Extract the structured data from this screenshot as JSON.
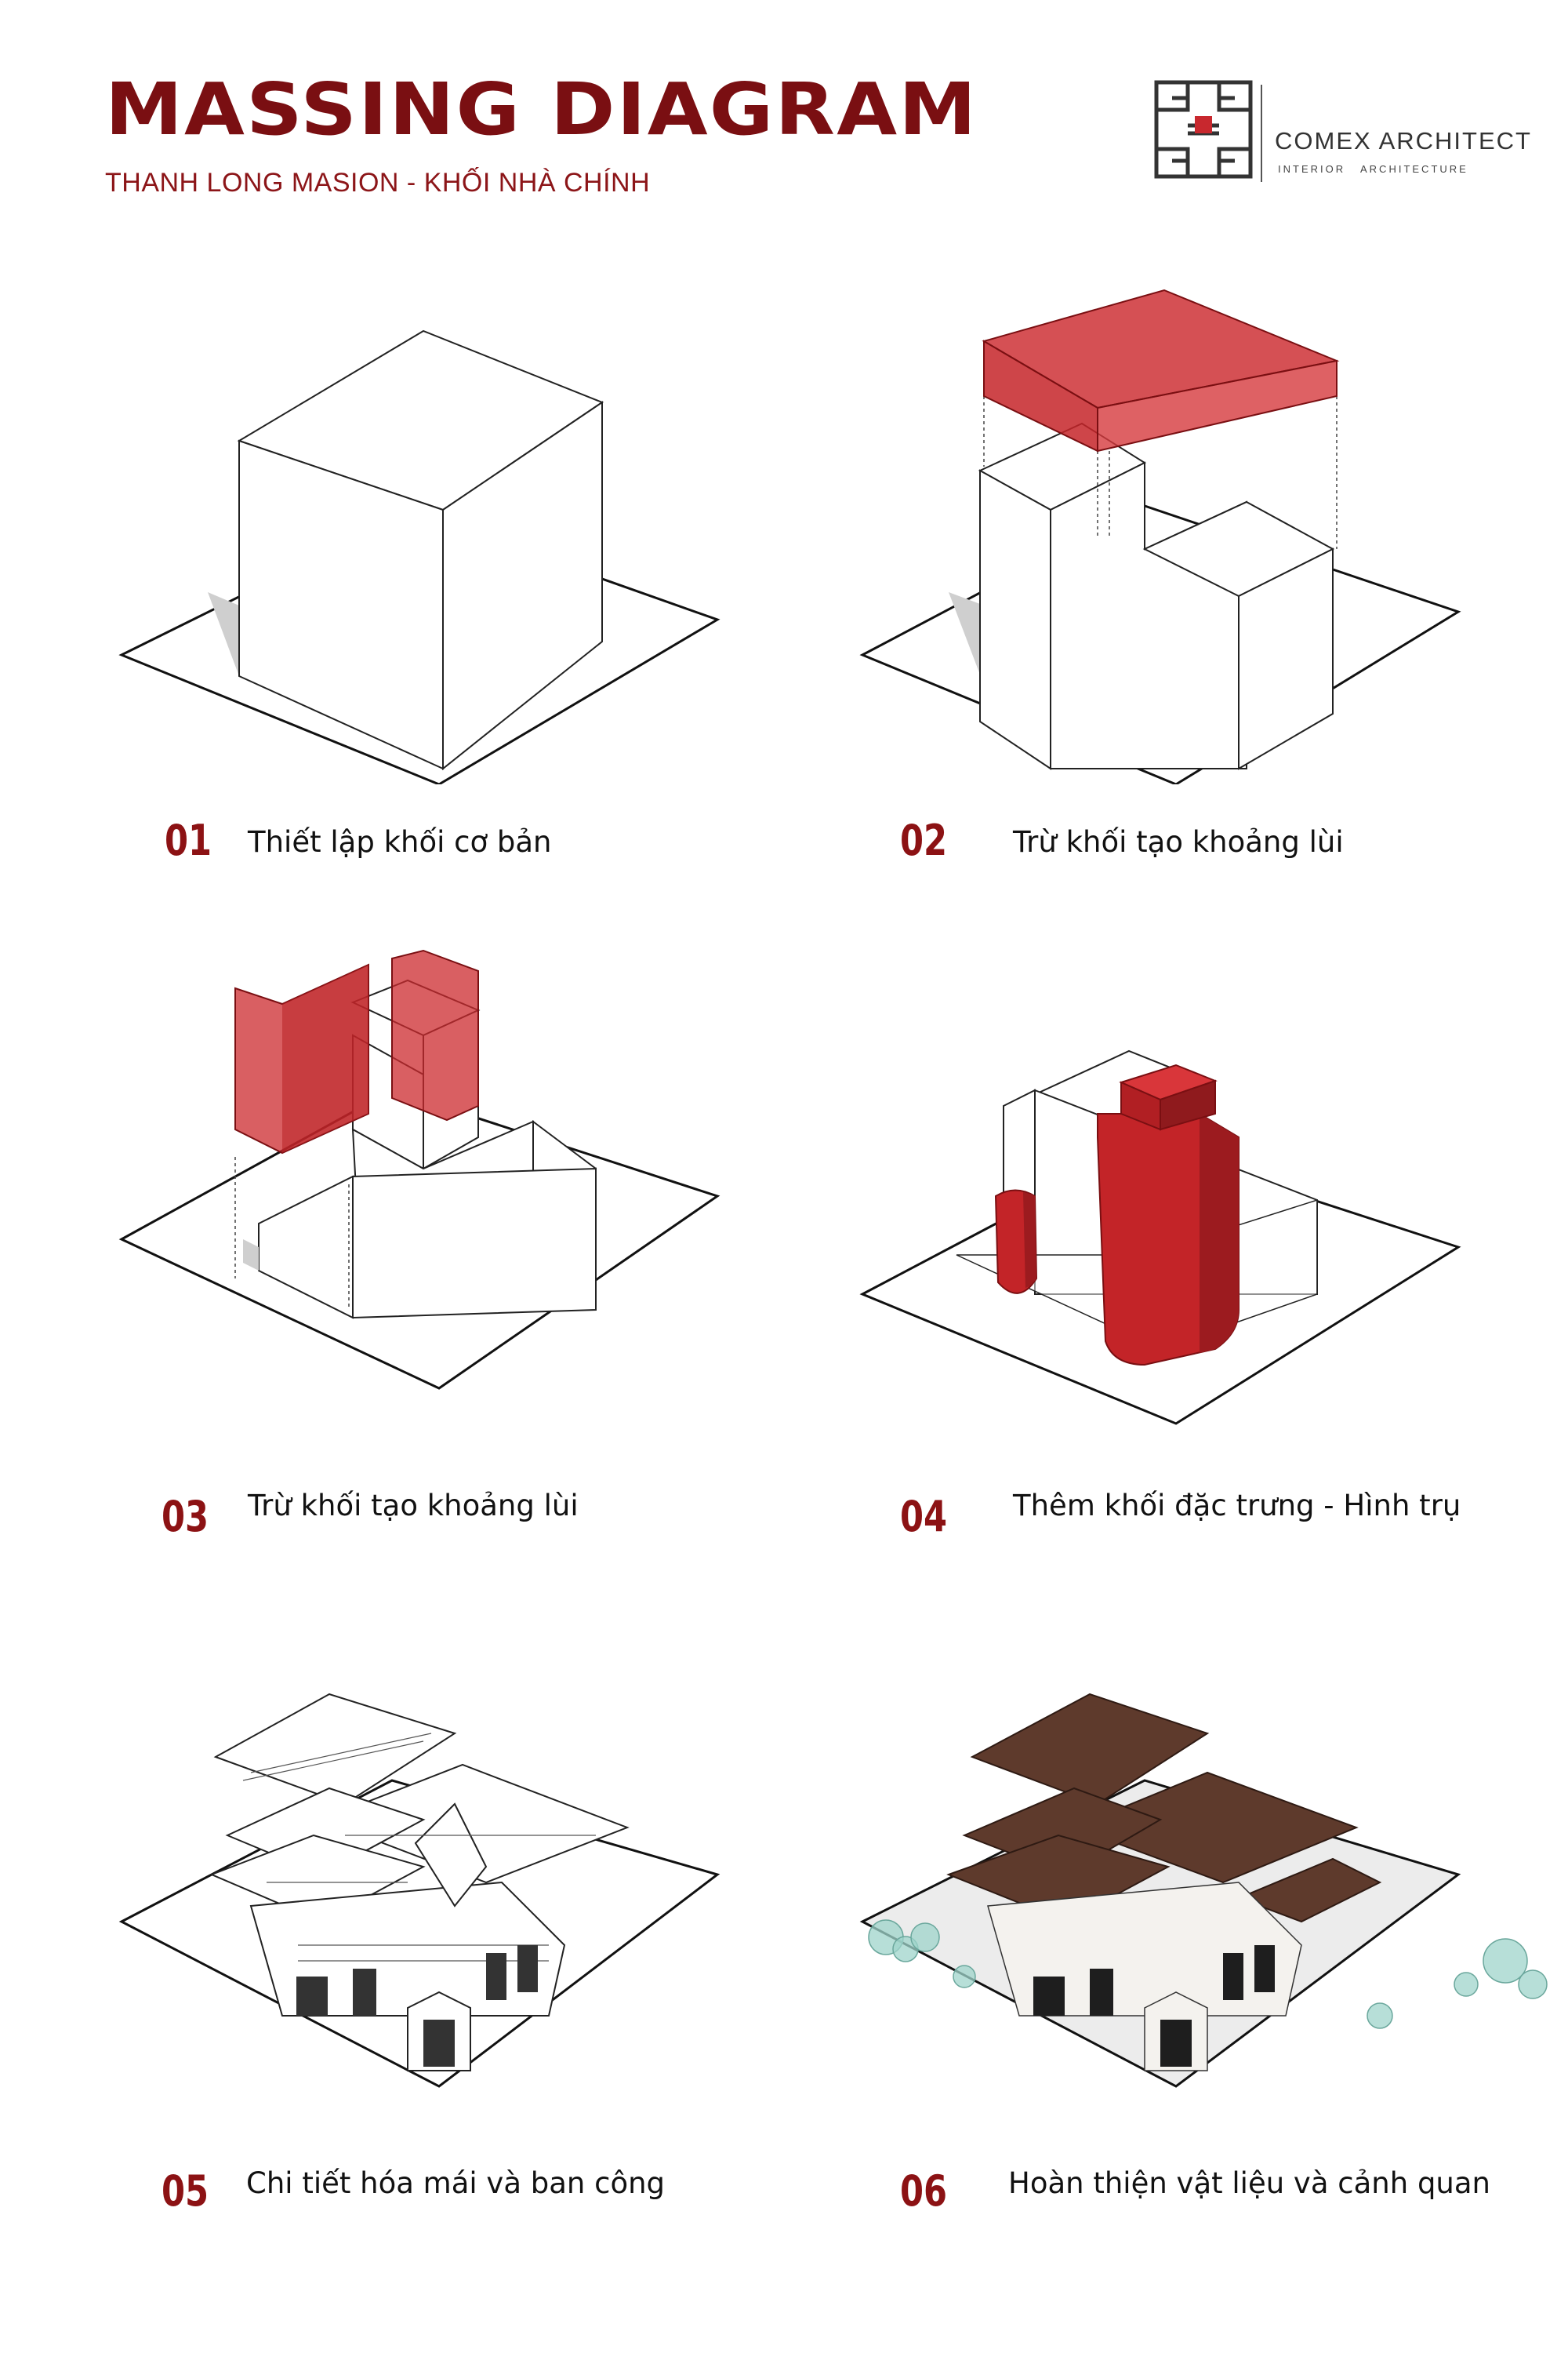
{
  "header": {
    "title": "MASSING DIAGRAM",
    "subtitle": "THANH LONG MASION - KHỐI NHÀ CHÍNH"
  },
  "logo": {
    "name": "COMEX ARCHITECT",
    "tag_left": "INTERIOR",
    "tag_right": "ARCHITECTURE",
    "accent_color": "#c8282e"
  },
  "steps": [
    {
      "number": "01",
      "label": "Thiết lập khối cơ bản"
    },
    {
      "number": "02",
      "label": "Trừ khối tạo khoảng lùi"
    },
    {
      "number": "03",
      "label": "Trừ khối tạo khoảng lùi"
    },
    {
      "number": "04",
      "label": "Thêm khối đặc trưng - Hình trụ"
    },
    {
      "number": "05",
      "label": "Chi tiết hóa mái và ban công"
    },
    {
      "number": "06",
      "label": "Hoàn thiện vật liệu và cảnh quan"
    }
  ],
  "colors": {
    "brand_dark_red": "#7a0f12",
    "highlight_red": "#cc2a2e",
    "roof_brown": "#5e3a2c",
    "glass": "#9fd4cb"
  }
}
